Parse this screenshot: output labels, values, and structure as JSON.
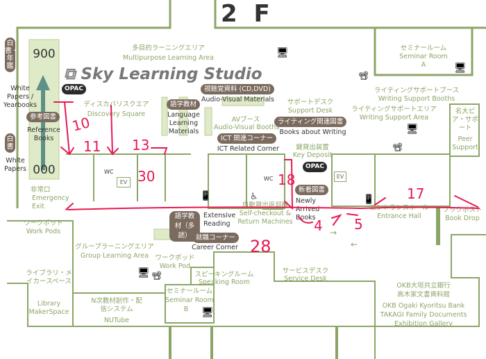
{
  "floor_title": "2 F",
  "logo": "Sky Learning Studio",
  "colors": {
    "wall": "#8ba566",
    "pill": "#7b6b5e",
    "annotation": "#e8174f",
    "text_green": "#8ba566"
  },
  "shelf": {
    "top": "900",
    "bottom": "000"
  },
  "areas": {
    "yearbooks_pill": "白書・年鑑",
    "yearbooks_en": "White Papers / Yearbooks",
    "reference_pill": "参考図書",
    "reference_en": "Reference Books",
    "whitepapers_pill": "白書",
    "whitepapers_en": "White Papers",
    "opac": "OPAC",
    "multipurpose_jp": "多目的ラーニングエリア",
    "multipurpose_en": "Multipurpose Learning Area",
    "discovery_jp": "ディスカバリスクエア",
    "discovery_en": "Discovery Square",
    "language_pill": "語学教材",
    "language_en": "Language Learning Materials",
    "av_pill": "視聴覚資料 (CD,DVD)",
    "av_en": "Audio-Visual Materials",
    "avbooth_jp": "AVブース",
    "avbooth_en": "Audio-Visual Booths",
    "ict_pill": "ICT 関連コーナー",
    "ict_en": "ICT Related Corner",
    "support_jp": "サポートデスク",
    "support_en": "Support Desk",
    "writing_books_pill": "ライティング関連図書",
    "writing_books_en": "Books about Writing",
    "seminar_a_jp": "セミナールーム",
    "seminar_a_en": "Seminar Room",
    "seminar_a_letter": "A",
    "wsb_jp": "ライティングサポートブース",
    "wsb_en": "Writing Support Booths",
    "wsa_jp": "ライティングサポートエリア",
    "wsa_en": "Writing Support Area",
    "peer_jp": "名大ピア・サポート",
    "peer_en": "Peer Support",
    "key_jp": "鍵貸出装置",
    "key_en": "Key Deposit",
    "opac2": "OPAC",
    "newbooks_pill": "新着図書",
    "newbooks_en": "Newly Arrived Books",
    "wc": "WC",
    "ev": "EV",
    "exit_jp": "非常口",
    "exit_en": "Emergency Exit",
    "workpods_jp": "ワークポッド",
    "workpods_en": "Work Pods",
    "group_jp": "グループラーニングエリア",
    "group_en": "Group Learning Area",
    "extensive_pill": "語学教材（多読）",
    "extensive_en": "Extensive Reading",
    "career_pill": "就職コーナー",
    "career_en": "Career Corner",
    "selfcheck_jp": "自動貸出返却機",
    "selfcheck_en": "Self-checkout & Return Machines",
    "entrance_jp": "エントランスホール",
    "entrance_en": "Entrance Hall",
    "bookdrop_jp": "ブックポスト",
    "bookdrop_en": "Book Drop",
    "workpod_jp": "ワークポッド",
    "workpod_en": "Work Pod",
    "speaking_jp": "スピーキングルーム",
    "speaking_en": "Speaking Room",
    "service_jp": "サービスデスク",
    "service_en": "Service Desk",
    "seminar_b_jp": "セミナールーム",
    "seminar_b_en": "Seminar Room",
    "seminar_b_letter": "B",
    "maker_jp": "ライブラリ・メイカースペース",
    "maker_en": "Library MakerSpace",
    "nutube_jp": "N次教材創作・配信システム",
    "nutube_en": "NUTube",
    "okb_jp1": "OKB大垣共立銀行",
    "okb_jp2": "高木家文書資料館",
    "okb_en1": "OKB Ogaki Kyoritsu Bank",
    "okb_en2": "TAKAGI Family Documents",
    "okb_en3": "Exhibition Gallery"
  },
  "annotations": [
    "10",
    "11",
    "13",
    "30",
    "18",
    "28",
    "4",
    "5",
    "17"
  ]
}
